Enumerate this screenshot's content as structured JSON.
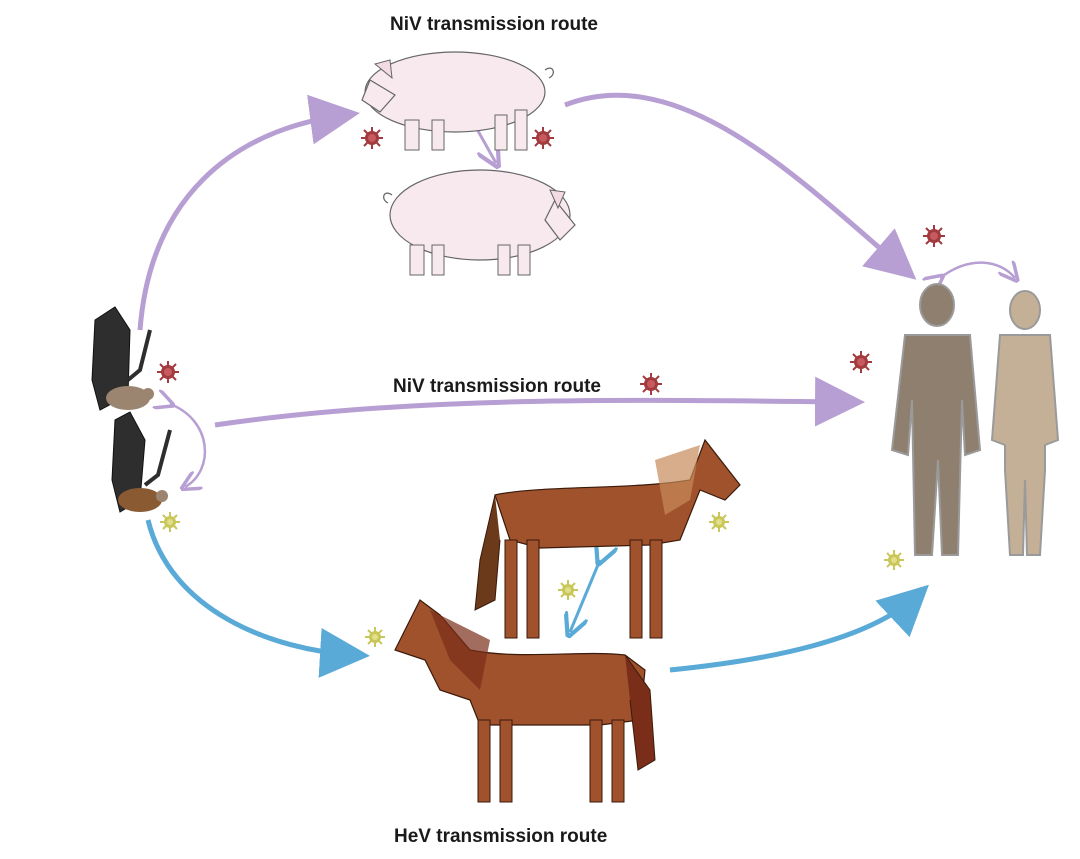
{
  "labels": {
    "niv_top": "NiV transmission route",
    "niv_middle": "NiV transmission route",
    "hev_bottom": "HeV transmission route"
  },
  "nodes": {
    "reservoir": "fruit bats",
    "intermediate_niv": "pigs",
    "intermediate_hev": "horses",
    "target": "humans"
  },
  "colors": {
    "niv_arrow": "#b79fd3",
    "hev_arrow": "#5aaad8",
    "niv_virus": "#a23a3e",
    "hev_virus": "#c9c65a",
    "pig": "#f7e9ee",
    "horse": "#a0522d",
    "human_male": "#8f7f6f",
    "human_female": "#c4b096",
    "bat_wing": "#2e2e2e"
  }
}
